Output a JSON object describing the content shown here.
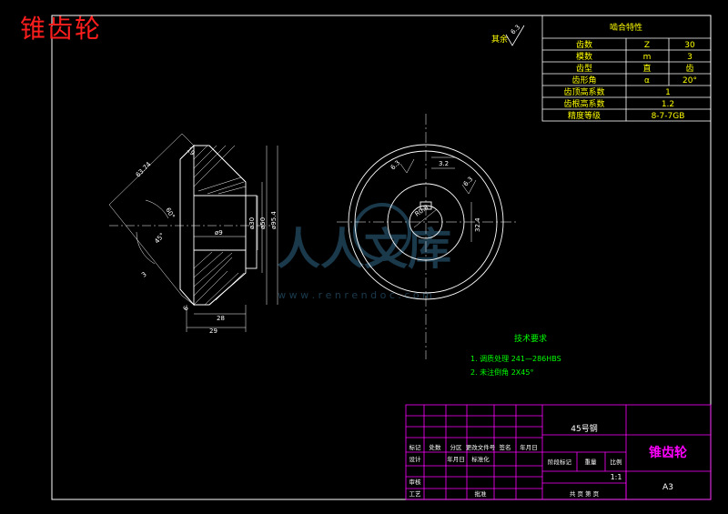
{
  "title": "锥齿轮",
  "colors": {
    "background": "#000000",
    "frame": "#ffffff",
    "table_lines": "#ff00ff",
    "text_white": "#ffffff",
    "text_yellow": "#ffff00",
    "text_green": "#00ff00",
    "title_red": "#ff1e1e",
    "center_line": "#ffffff"
  },
  "surface_finish": {
    "label": "其余",
    "value": "6.3"
  },
  "spec_table": {
    "heading": "啮合特性",
    "rows": [
      {
        "name": "齿数",
        "symbol": "Z",
        "value": "30"
      },
      {
        "name": "模数",
        "symbol": "m",
        "value": "3"
      },
      {
        "name": "齿型",
        "symbol": "直",
        "value": "齿"
      },
      {
        "name": "齿形角",
        "symbol": "α",
        "value": "20°"
      },
      {
        "name": "齿顶高系数",
        "symbol": "",
        "value": "1"
      },
      {
        "name": "齿根高系数",
        "symbol": "",
        "value": "1.2"
      },
      {
        "name": "精度等级",
        "symbol": "",
        "value": "8-7-7GB"
      }
    ]
  },
  "dimensions": {
    "d1": "63.74",
    "d2": "60°",
    "d3": "45°",
    "d4": "3",
    "d5": "19",
    "d6": "ø9",
    "d7": "ø30",
    "d8": "ø50",
    "d9": "ø95.4",
    "d10": "6",
    "d11": "28",
    "d12": "29",
    "d13": "6.3",
    "d14": "6.3",
    "d15": "32.4",
    "d16": "3.2",
    "d17": "R0.8"
  },
  "tech_req": {
    "heading": "技术要求",
    "items": [
      "1. 调质处理 241—286HBS",
      "2. 未注倒角 2X45°"
    ]
  },
  "title_block": {
    "material": "45号钢",
    "part_name": "锥齿轮",
    "sheet": "A3",
    "scale": "1:1",
    "headers": [
      "标记",
      "处数",
      "分区",
      "更改文件号",
      "签名",
      "年月日"
    ],
    "roles": [
      "设计",
      "审核",
      "工艺"
    ],
    "labels": {
      "std": "标准化",
      "date_col": "年月日",
      "mark": "阶段标记",
      "weight": "重量",
      "ratio": "比例",
      "approve": "批准",
      "sheets": "共 页 第 页"
    }
  },
  "watermark": {
    "brand": "人人文库",
    "url": "w w w . r e n r e n d o c . c o m"
  }
}
